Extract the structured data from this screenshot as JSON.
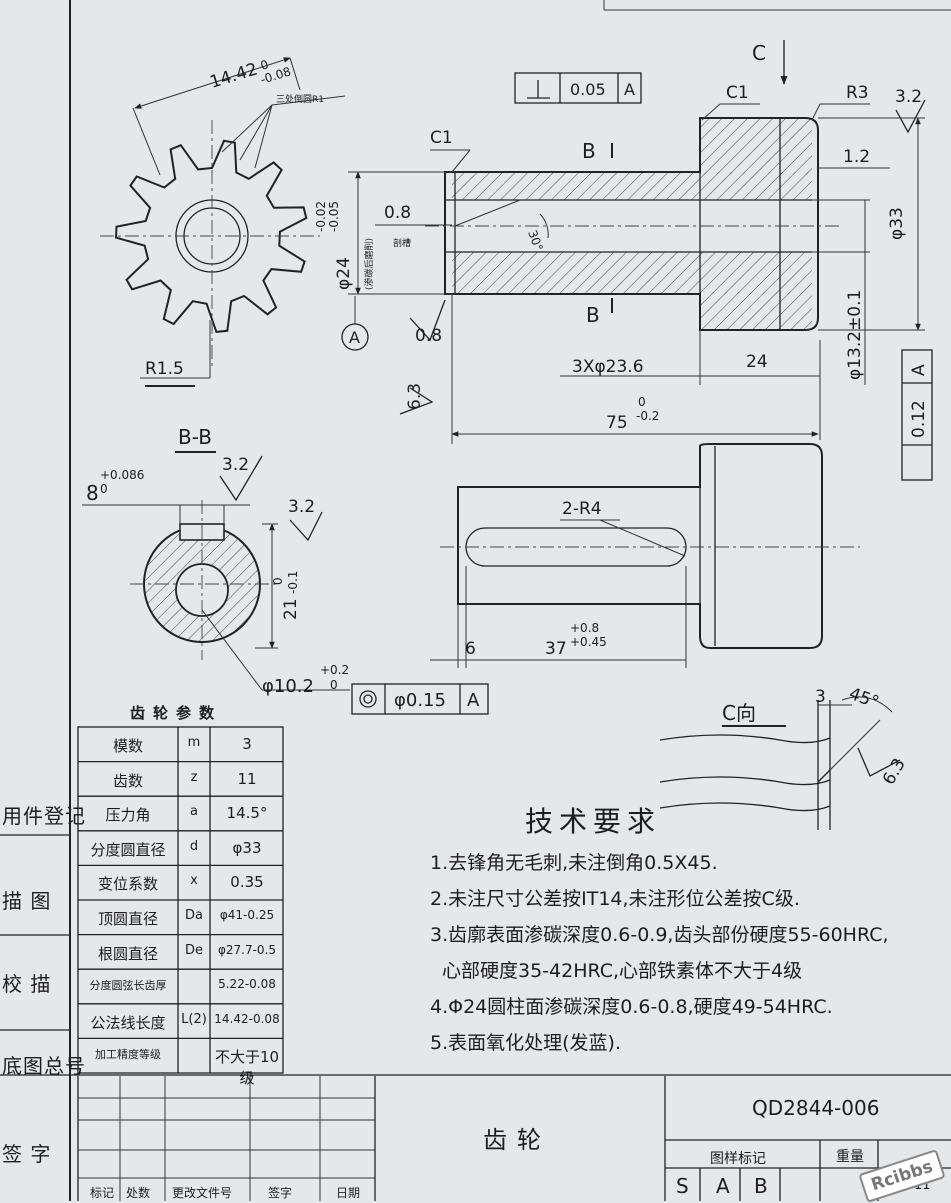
{
  "gear_view": {
    "chord_dim": "14.42",
    "chord_tol": "0",
    "chord_tol_low": "-0.08",
    "chamfer_note": "三处倒圆R1",
    "root_radius": "R1.5"
  },
  "section_view": {
    "label": "B-B",
    "key_width": "8",
    "key_tol_up": "+0.086",
    "key_tol_low": "0",
    "roughness": "3.2",
    "depth_dim": "21",
    "depth_tol_up": "0",
    "depth_tol_low": "-0.1",
    "bore_dim": "φ10.2",
    "bore_tol_up": "+0.2",
    "bore_tol_low": "0",
    "concentricity_value": "φ0.15",
    "concentricity_datum": "A"
  },
  "main_view": {
    "perp_value": "0.05",
    "perp_datum": "A",
    "chamfer_left": "C1",
    "chamfer_right": "C1",
    "radius_right": "R3",
    "roughness_right": "3.2",
    "step_dim": "1.2",
    "outer_dia": "φ33",
    "section_marker": "B",
    "view_marker": "C",
    "angle": "30°",
    "cone_dim": "0.8",
    "shaft_dia": "φ24",
    "shaft_tol_up": "-0.02",
    "shaft_tol_low": "-0.05",
    "shaft_note": "(渗碳后磨削)",
    "groove_note": "剖槽",
    "datum": "A",
    "roughness_08": "0.8",
    "roughness_63": "6.3",
    "groove_dim": "3Xφ23.6",
    "head_len": "24",
    "bore_dim": "φ13.2±0.1",
    "total_len": "75",
    "total_tol_up": "0",
    "total_tol_low": "-0.2",
    "runout_value": "0.12",
    "runout_datum": "A"
  },
  "top_view": {
    "slot_radius": "2-R4",
    "offset": "6",
    "slot_len": "37",
    "slot_tol_up": "+0.8",
    "slot_tol_low": "+0.45"
  },
  "c_view": {
    "label": "C向",
    "depth": "3",
    "angle": "45°",
    "roughness": "6.3"
  },
  "gear_params": {
    "title": "齿轮参数",
    "rows": [
      {
        "name": "模数",
        "symbol": "m",
        "value": "3"
      },
      {
        "name": "齿数",
        "symbol": "z",
        "value": "11"
      },
      {
        "name": "压力角",
        "symbol": "a",
        "value": "14.5°"
      },
      {
        "name": "分度圆直径",
        "symbol": "d",
        "value": "φ33"
      },
      {
        "name": "变位系数",
        "symbol": "x",
        "value": "0.35"
      },
      {
        "name": "顶圆直径",
        "symbol": "Da",
        "value": "φ41-0.25"
      },
      {
        "name": "根圆直径",
        "symbol": "De",
        "value": "φ27.7-0.5"
      },
      {
        "name": "分度圆弦长齿厚",
        "symbol": "",
        "value": "5.22-0.08"
      },
      {
        "name": "公法线长度",
        "symbol": "L(2)",
        "value": "14.42-0.08"
      },
      {
        "name": "加工精度等级",
        "symbol": "",
        "value": "不大于10级"
      }
    ]
  },
  "side_labels": [
    "用件登记",
    "描 图",
    "校 描",
    "底图总号",
    "签 字"
  ],
  "tech_requirements": {
    "title": "技术要求",
    "items": [
      "1.去锋角无毛刺,未注倒角0.5X45.",
      "2.未注尺寸公差按IT14,未注形位公差按C级.",
      "3.齿廓表面渗碳深度0.6-0.9,齿头部份硬度55-60HRC,",
      "心部硬度35-42HRC,心部铁素体不大于4级",
      "4.Φ24圆柱面渗碳深度0.6-0.8,硬度49-54HRC.",
      "5.表面氧化处理(发蓝)."
    ]
  },
  "title_block": {
    "part_name": "齿轮",
    "drawing_number": "QD2844-006",
    "pattern_mark": "图样标记",
    "weight": "重量",
    "marks": [
      "S",
      "A",
      "B"
    ],
    "scale_digit": "11",
    "footer": [
      "标记",
      "处数",
      "更改文件号",
      "签字",
      "日期"
    ]
  },
  "watermark": "Rcibbs"
}
